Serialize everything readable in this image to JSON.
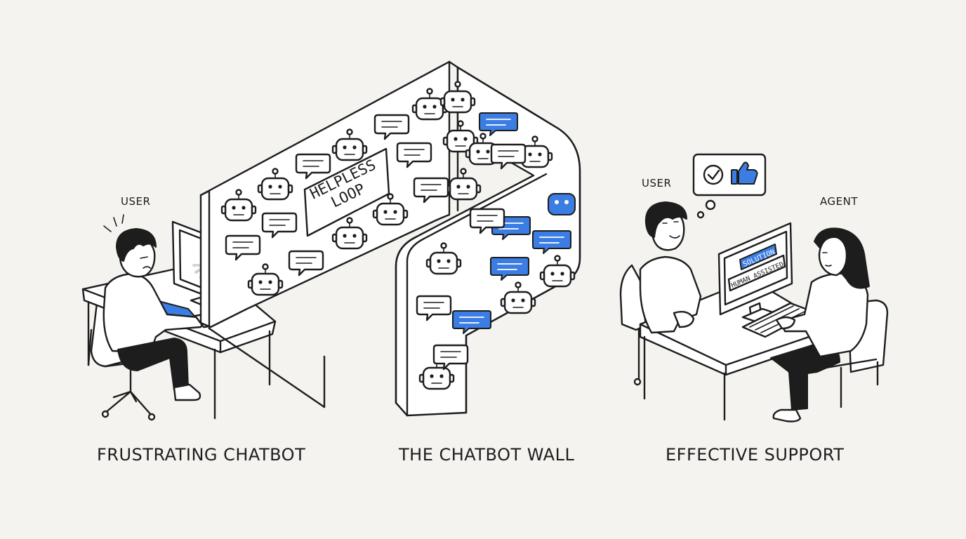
{
  "captions": {
    "left": "FRUSTRATING CHATBOT",
    "middle": "THE CHATBOT WALL",
    "right": "EFFECTIVE SUPPORT"
  },
  "labels": {
    "user_left": "USER",
    "user_right": "USER",
    "agent": "AGENT"
  },
  "wall_sign": {
    "line1": "HELPLESS",
    "line2": "LOOP"
  },
  "agent_screen": {
    "line1": "SOLUTION",
    "line2": "HUMAN ASSISTED"
  },
  "colors": {
    "accent": "#3b7de3",
    "ink": "#1d1d1d",
    "background": "#f4f3ef"
  },
  "icons": [
    "robot-icon",
    "speech-bubble-icon",
    "loading-spinner-icon",
    "check-icon",
    "thumbs-up-icon"
  ]
}
